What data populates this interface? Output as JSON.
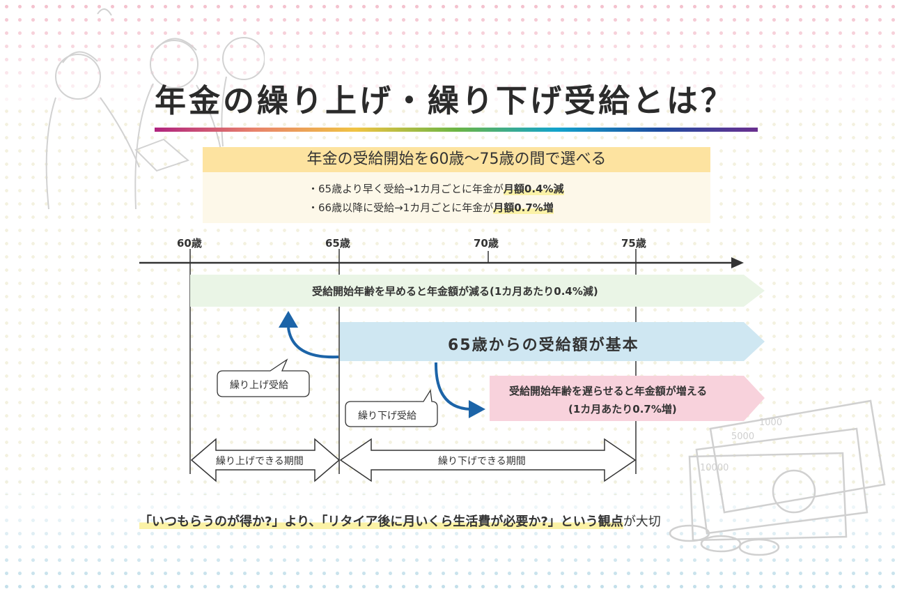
{
  "title": "年金の繰り上げ・繰り下げ受給とは？",
  "banner": {
    "heading": "年金の受給開始を60歳〜75歳の間で選べる",
    "bullet1_prefix": "・65歳より早く受給→1カ月ごとに年金が",
    "bullet1_highlight": "月額0.4%減",
    "bullet2_prefix": "・66歳以降に受給→1カ月ごとに年金が",
    "bullet2_highlight": "月額0.7%増"
  },
  "timeline": {
    "ages": [
      "60歳",
      "65歳",
      "70歳",
      "75歳"
    ]
  },
  "bands": {
    "early_text": "受給開始年齢を早めると年金額が減る(1カ月あたり0.4%減)",
    "base_text": "65歳からの受給額が基本",
    "late_line1": "受給開始年齢を遅らせると年金額が増える",
    "late_line2": "(1カ月あたり0.7%増)"
  },
  "callouts": {
    "early": "繰り上げ受給",
    "late": "繰り下げ受給"
  },
  "periods": {
    "early": "繰り上げできる期間",
    "late": "繰り下げできる期間"
  },
  "footer": {
    "part1": "「いつもらうのが得か?」より、「リタイア後に月いくら生活費が必要か?」という観点",
    "part2": "が大切"
  },
  "colors": {
    "early_band": "#eaf5e6",
    "base_band": "#cfe7f2",
    "late_band": "#f8d2dc",
    "arrow_blue": "#1c64a8",
    "banner": "#fde3a0"
  }
}
